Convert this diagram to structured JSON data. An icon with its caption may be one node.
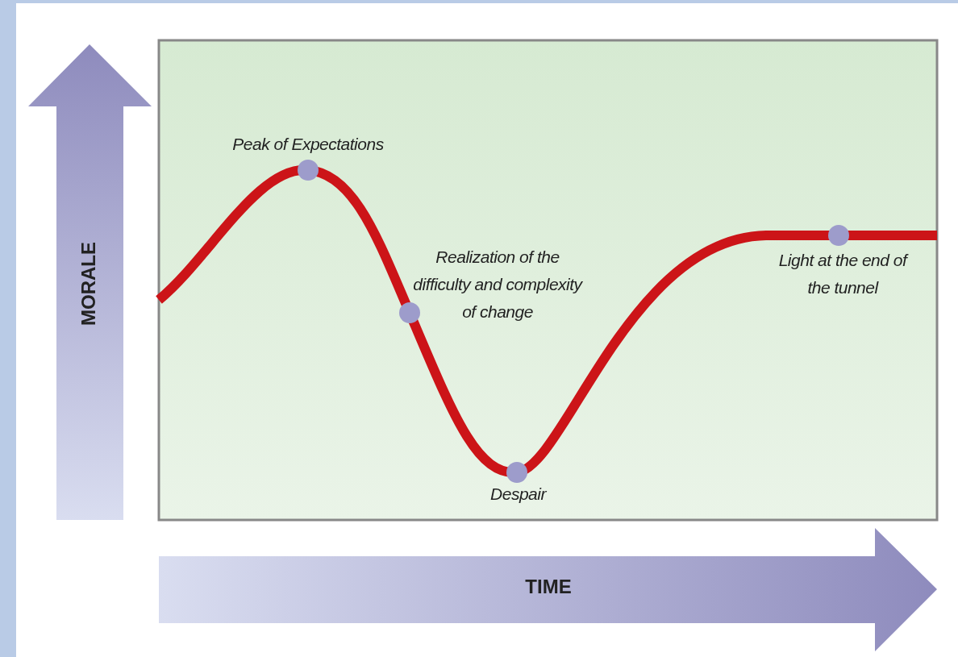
{
  "diagram": {
    "labels": [
      "MORALE",
      "Peak of Expectations",
      "Realization of the difficulty and complexity of change",
      "Light at the end of the tunnel",
      "Despair",
      "TIME"
    ]
  }
}
